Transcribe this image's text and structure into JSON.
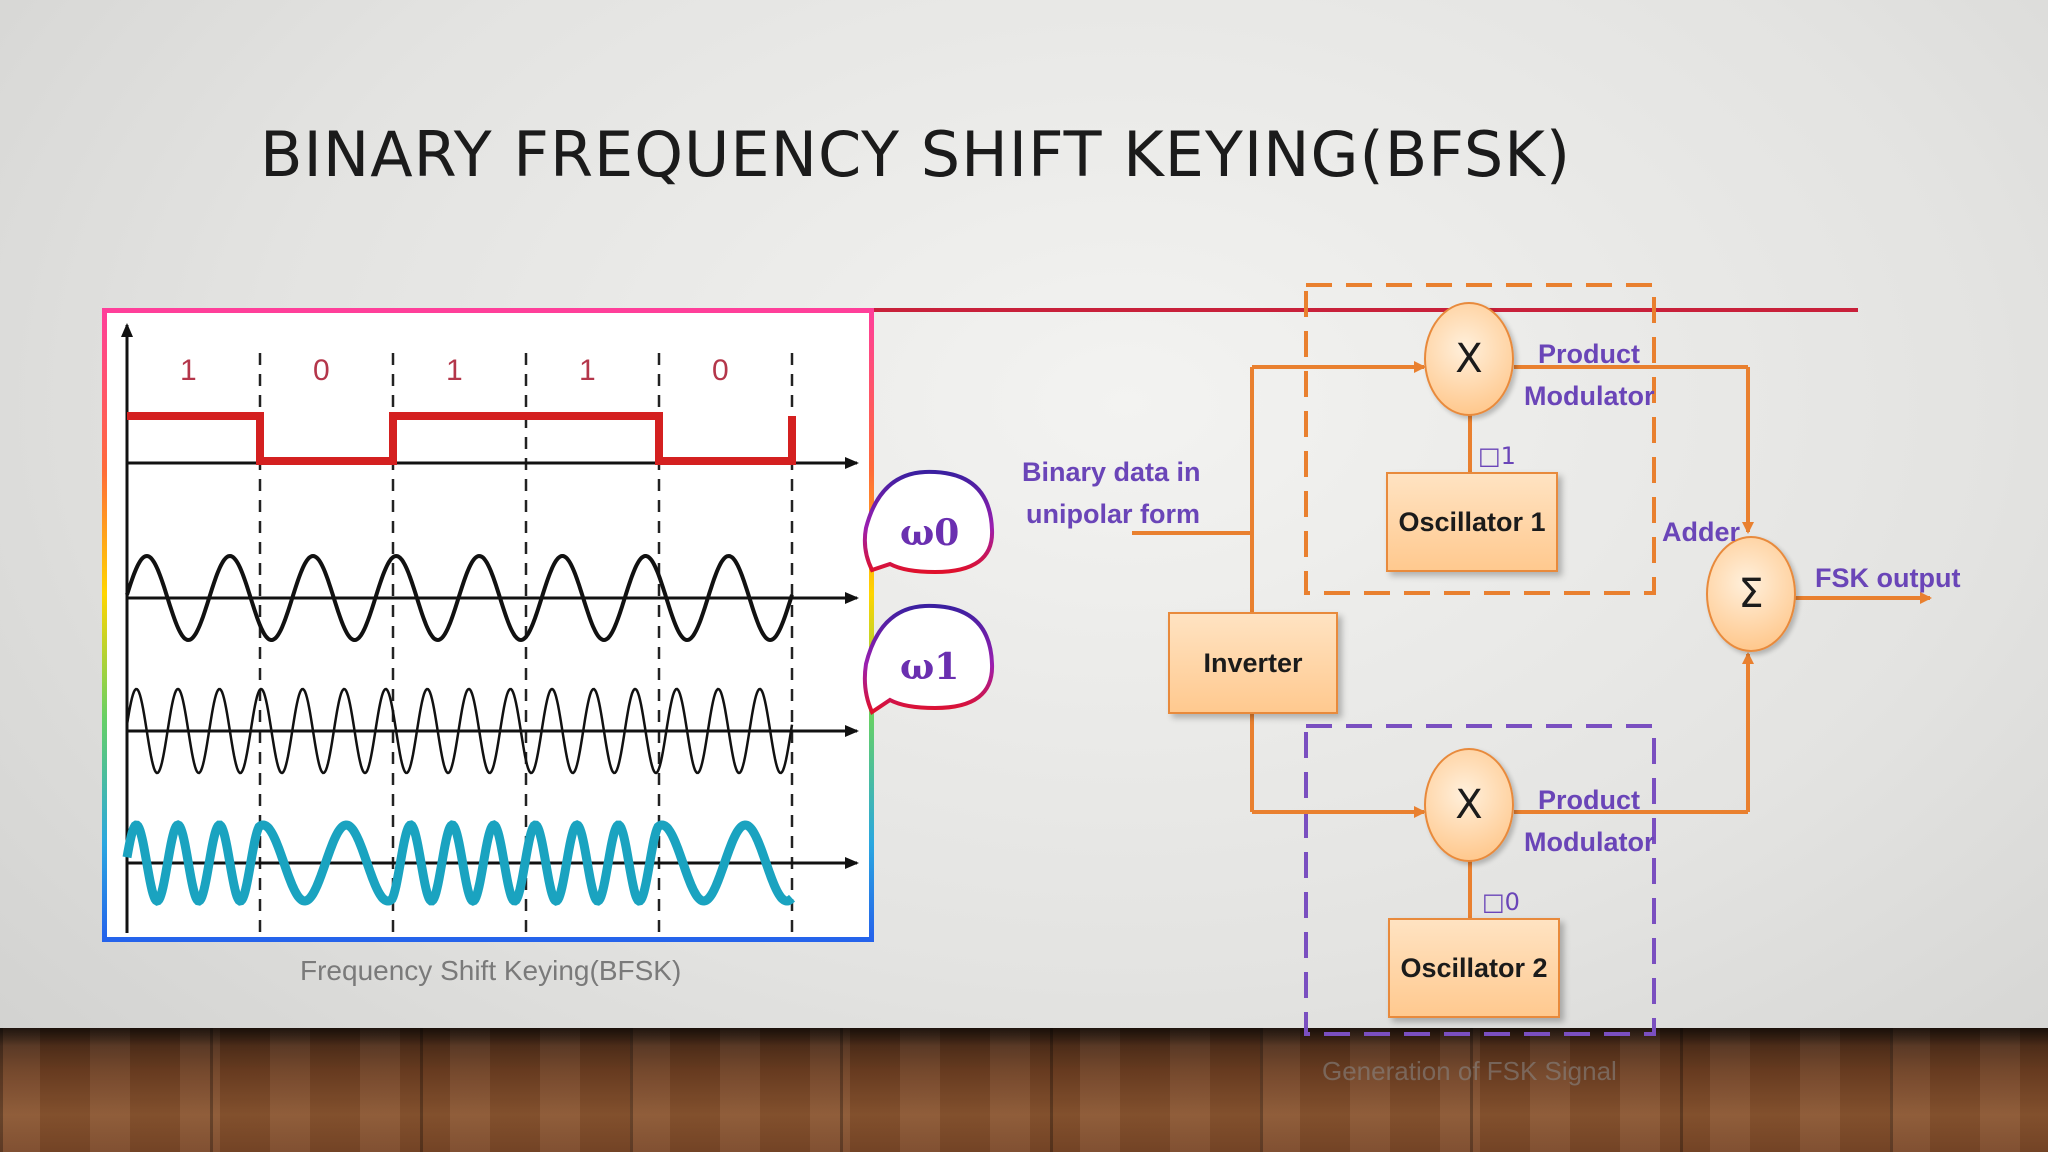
{
  "slide": {
    "title": "BINARY FREQUENCY SHIFT KEYING(BFSK)"
  },
  "waveform_figure": {
    "bits": [
      "1",
      "0",
      "1",
      "1",
      "0"
    ],
    "bubble_labels": [
      "ω0",
      "ω1"
    ],
    "caption": "Frequency Shift Keying(BFSK)"
  },
  "block_diagram": {
    "input_label_line1": "Binary data in",
    "input_label_line2": "unipolar form",
    "inverter_label": "Inverter",
    "top_modulator": {
      "symbol": "X",
      "label_line1": "Product",
      "label_line2": "Modulator",
      "freq_label": "□1",
      "oscillator_label": "Oscillator 1"
    },
    "bottom_modulator": {
      "symbol": "X",
      "label_line1": "Product",
      "label_line2": "Modulator",
      "freq_label": "□0",
      "oscillator_label": "Oscillator 2"
    },
    "adder_label": "Adder",
    "adder_symbol": "Σ",
    "output_label": "FSK output",
    "caption": "Generation of FSK Signal"
  },
  "colors": {
    "wire": "#e9802f",
    "top_box_dash": "#e9802f",
    "bottom_box_dash": "#7a4fc0",
    "label_purple": "#6a45b8",
    "data_signal": "#d42020",
    "fsk_signal": "#1aa3c0"
  }
}
